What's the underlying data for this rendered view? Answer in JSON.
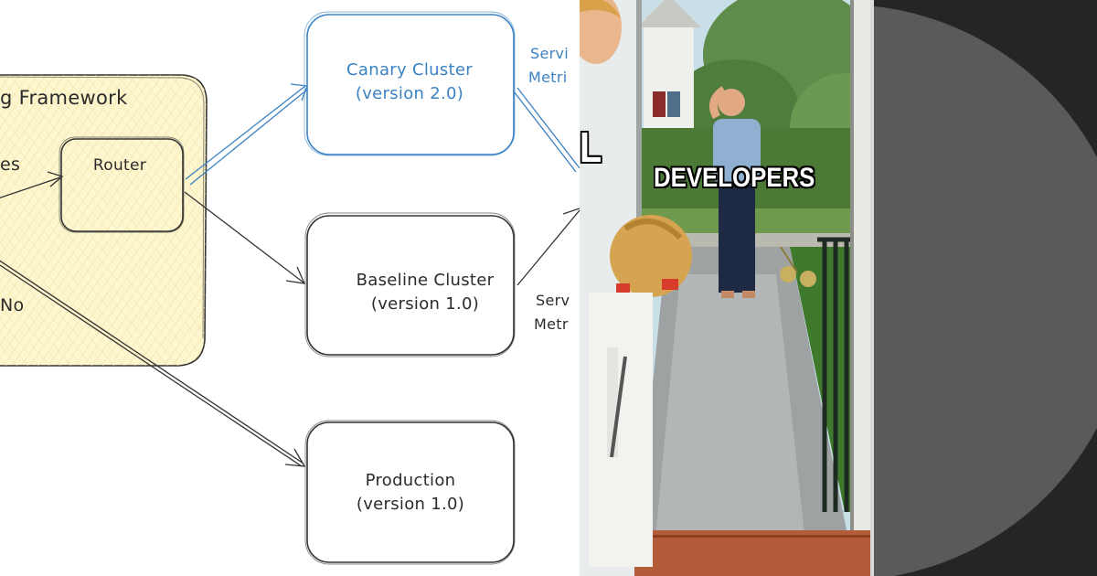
{
  "diagram": {
    "framework_title": "g Framework",
    "left_text_es": "es",
    "left_text_no": "No",
    "router": "Router",
    "canary": {
      "line1": "Canary Cluster",
      "line2": "(version 2.0)"
    },
    "baseline": {
      "line1": "Baseline Cluster",
      "line2": "(version 1.0)"
    },
    "production": {
      "line1": "Production",
      "line2": "(version 1.0)"
    },
    "metrics_top": {
      "line1": "Servi",
      "line2": "Metri"
    },
    "metrics_bottom": {
      "line1": "Serv",
      "line2": "Metr"
    },
    "colors": {
      "yellow_fill": "#fdf6cf",
      "canary_blue": "#3b82c4",
      "ink": "#2b2b2b"
    }
  },
  "meme": {
    "label_developers": "DEVELOPERS",
    "label_left_fragment": "L"
  },
  "dark_panel": {
    "colors": {
      "background": "#252525",
      "circle": "#555555"
    }
  }
}
